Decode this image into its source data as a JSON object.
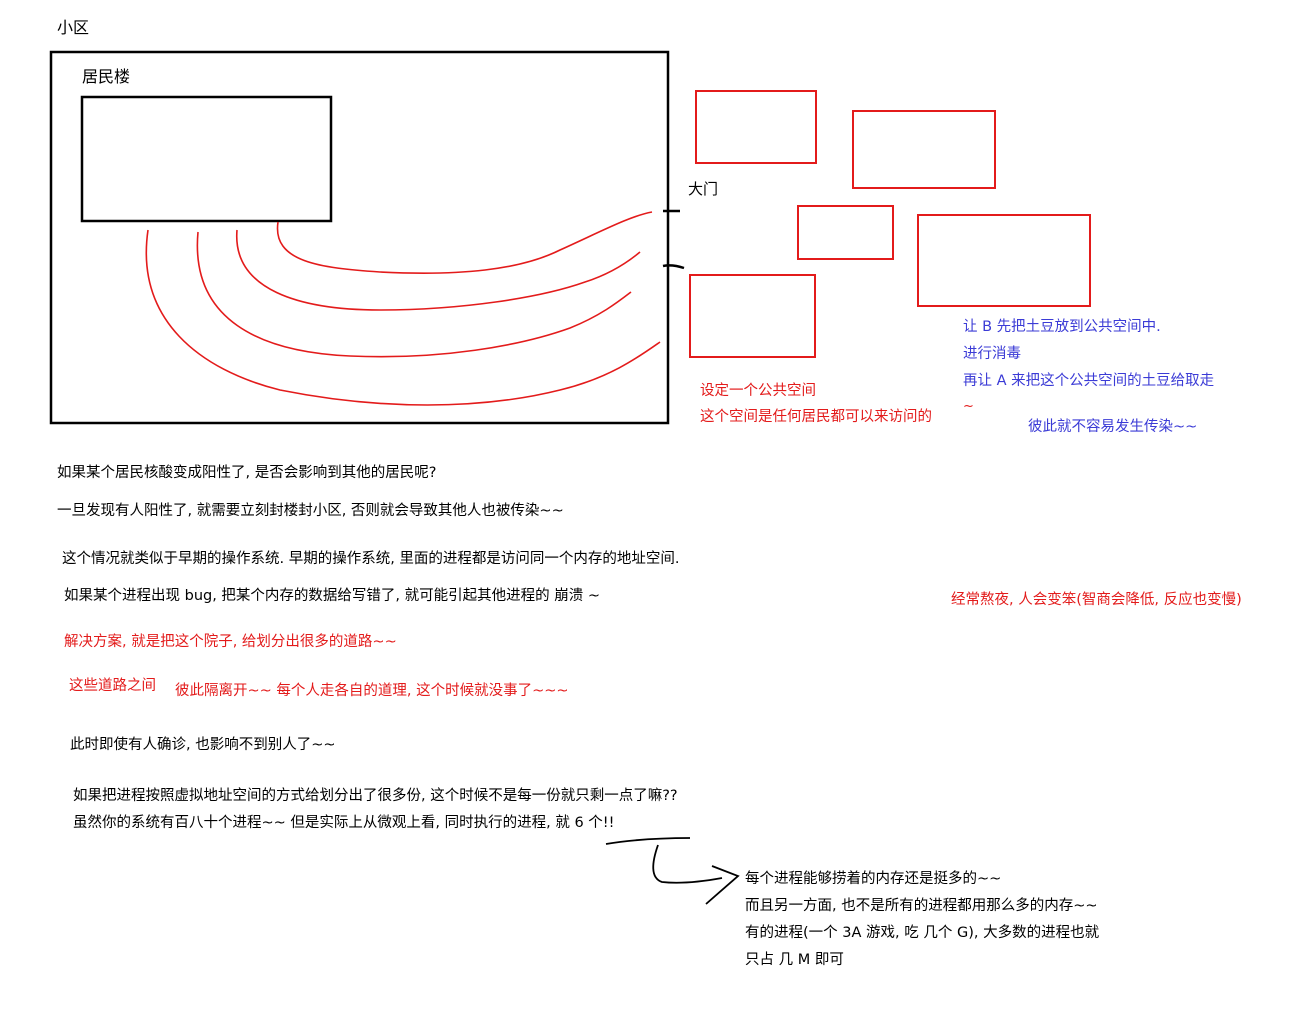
{
  "labels": {
    "community": "小区",
    "building": "居民楼",
    "gate": "大门"
  },
  "red_notes": {
    "shared_space": "设定一个公共空间",
    "shared_space_desc": "这个空间是任何居民都可以来访问的",
    "shared_tilde": "~",
    "tired": "经常熬夜, 人会变笨(智商会降低, 反应也变慢)",
    "solution": "解决方案, 就是把这个院子, 给划分出很多的道路~~",
    "roads_between": "这些道路之间",
    "isolated": "彼此隔离开~~ 每个人走各自的道理, 这个时候就没事了~~~"
  },
  "blue_notes": {
    "line1": "让 B 先把土豆放到公共空间中.",
    "line2": "进行消毒",
    "line3": "再让 A 来把这个公共空间的土豆给取走",
    "line4": "彼此就不容易发生传染~~"
  },
  "body": {
    "q1": "如果某个居民核酸变成阳性了, 是否会影响到其他的居民呢?",
    "q2": "一旦发现有人阳性了, 就需要立刻封楼封小区, 否则就会导致其他人也被传染~~",
    "os1": "这个情况就类似于早期的操作系统. 早期的操作系统, 里面的进程都是访问同一个内存的地址空间.",
    "os2": "如果某个进程出现 bug, 把某个内存的数据给写错了, 就可能引起其他进程的 崩溃 ~",
    "confirmed": "此时即使有人确诊, 也影响不到别人了~~",
    "virtual1": "如果把进程按照虚拟地址空间的方式给划分出了很多份, 这个时候不是每一份就只剩一点了嘛??",
    "virtual2": "虽然你的系统有百八十个进程~~ 但是实际上从微观上看, 同时执行的进程, 就 6 个!!"
  },
  "memory_notes": {
    "line1": "每个进程能够捞着的内存还是挺多的~~",
    "line2": "而且另一方面, 也不是所有的进程都用那么多的内存~~",
    "line3": "有的进程(一个 3A 游戏, 吃 几个 G), 大多数的进程也就",
    "line4": "只占 几 M 即可"
  }
}
